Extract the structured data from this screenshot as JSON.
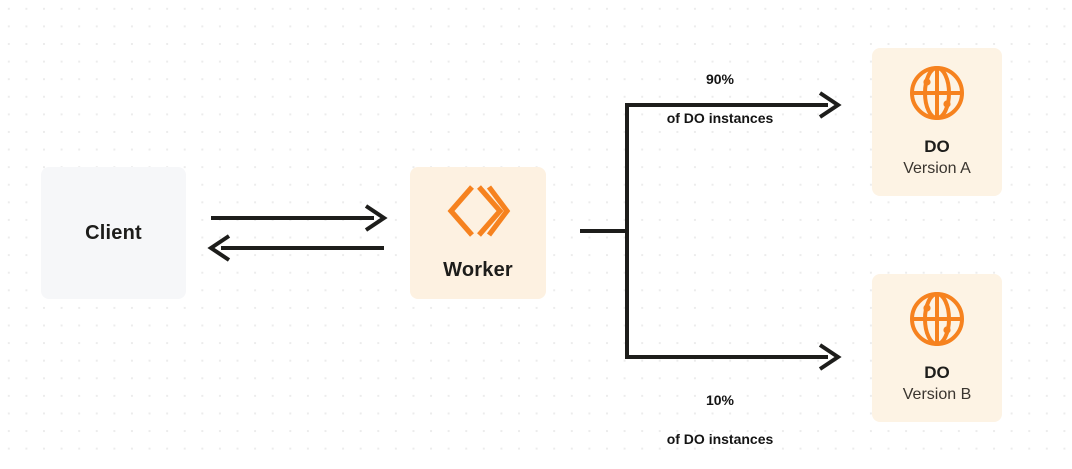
{
  "diagram": {
    "title": "Durable Object gradual rollout diagram",
    "background_color": "#ffffff",
    "grid_dot_color": "#ececec",
    "accent_color": "#f6821f",
    "line_color": "#1d1d1b"
  },
  "nodes": {
    "client": {
      "label": "Client",
      "bg_color": "#f6f7f9",
      "icon": "none"
    },
    "worker": {
      "label": "Worker",
      "bg_color": "#fdf1e1",
      "icon": "cloudflare-workers-icon"
    },
    "do_a": {
      "label": "DO",
      "sublabel": "Version A",
      "bg_color": "#fdf3e4",
      "icon": "globe-icon"
    },
    "do_b": {
      "label": "DO",
      "sublabel": "Version B",
      "bg_color": "#fdf3e4",
      "icon": "globe-icon"
    }
  },
  "edges": {
    "top": {
      "percent": "90%",
      "description": "of DO instances"
    },
    "bottom": {
      "percent": "10%",
      "description": "of DO instances"
    }
  }
}
